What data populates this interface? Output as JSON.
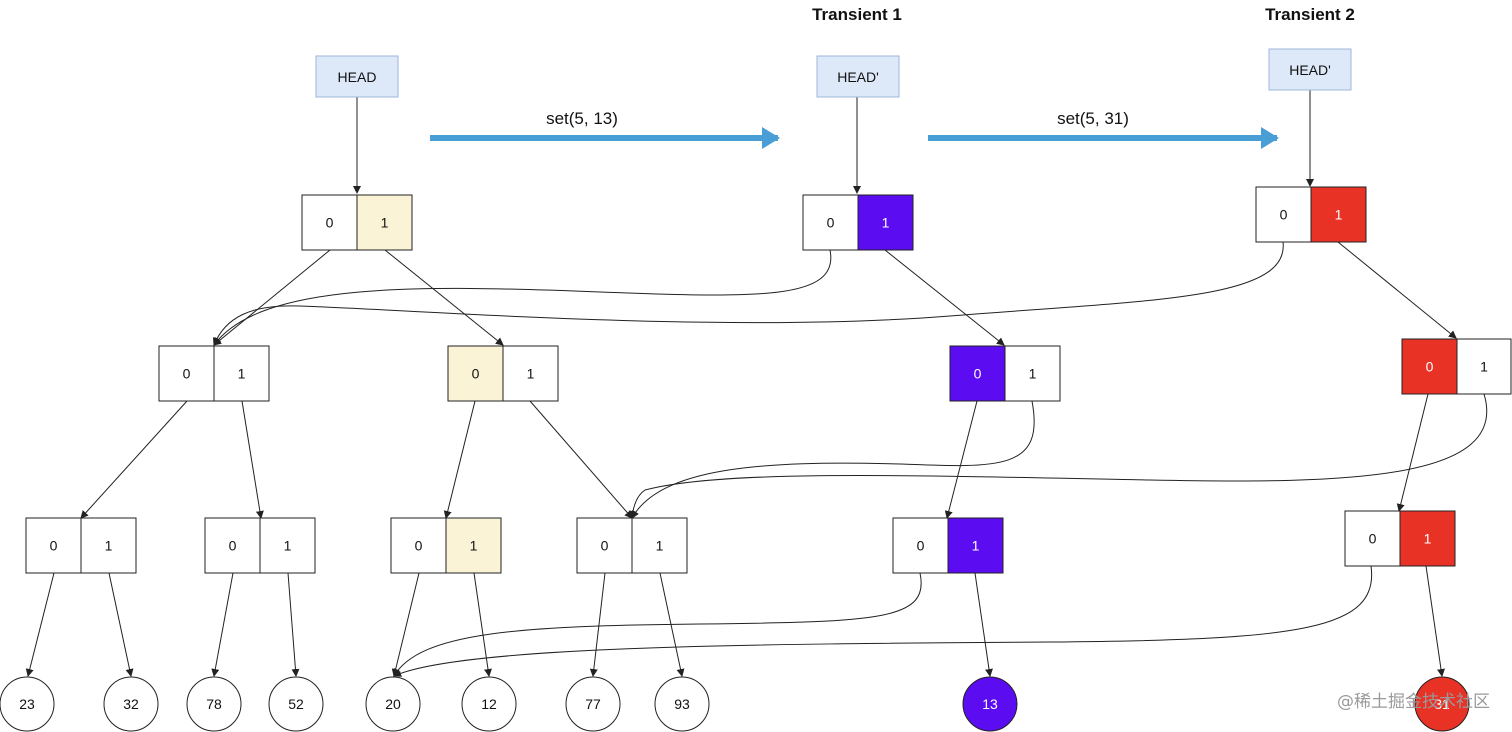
{
  "titles": {
    "transient1": "Transient 1",
    "transient2": "Transient 2"
  },
  "operations": {
    "op1": "set(5, 13)",
    "op2": "set(5, 31)"
  },
  "heads": {
    "original": "HEAD",
    "transient1": "HEAD'",
    "transient2": "HEAD'"
  },
  "colors": {
    "copied_original": "#fbf3d6",
    "transient1": "#5b0cf0",
    "transient2": "#e83226",
    "head_fill": "#dde8f8",
    "arrow": "#4a9ed6"
  },
  "nodes": {
    "root": [
      "0",
      "1"
    ],
    "l1a": [
      "0",
      "1"
    ],
    "l1b": [
      "0",
      "1"
    ],
    "l2a": [
      "0",
      "1"
    ],
    "l2b": [
      "0",
      "1"
    ],
    "l2c": [
      "0",
      "1"
    ],
    "l2d": [
      "0",
      "1"
    ],
    "t1_root": [
      "0",
      "1"
    ],
    "t1_l1": [
      "0",
      "1"
    ],
    "t1_l2": [
      "0",
      "1"
    ],
    "t2_root": [
      "0",
      "1"
    ],
    "t2_l1": [
      "0",
      "1"
    ],
    "t2_l2": [
      "0",
      "1"
    ]
  },
  "leaves": {
    "v23": "23",
    "v32": "32",
    "v78": "78",
    "v52": "52",
    "v20": "20",
    "v12": "12",
    "v77": "77",
    "v93": "93",
    "t1_13": "13",
    "t2_31": "31"
  },
  "watermark": "@稀土掘金技术社区"
}
